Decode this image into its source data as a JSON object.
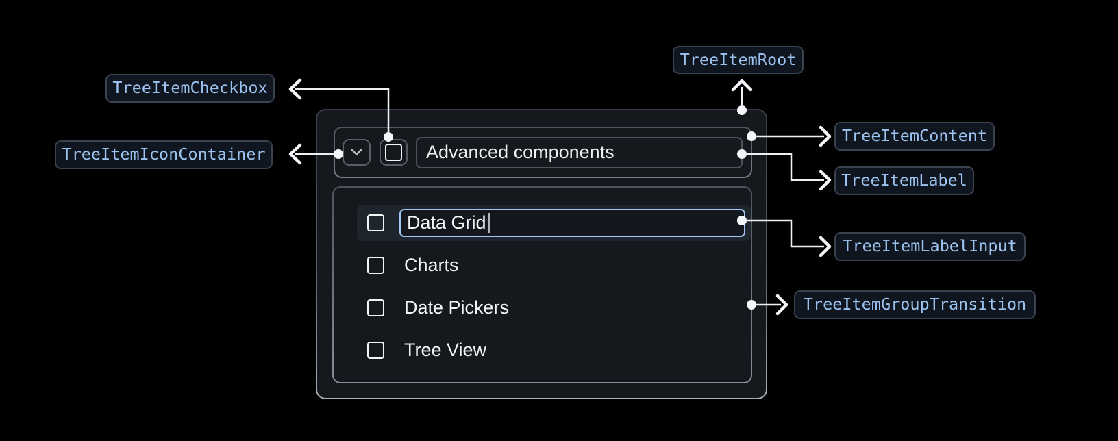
{
  "annotations": {
    "root": "TreeItemRoot",
    "checkbox": "TreeItemCheckbox",
    "icon_container": "TreeItemIconContainer",
    "content": "TreeItemContent",
    "label": "TreeItemLabel",
    "label_input": "TreeItemLabelInput",
    "group_transition": "TreeItemGroupTransition"
  },
  "tree": {
    "parent": {
      "label": "Advanced components",
      "expanded": true,
      "checked": false
    },
    "children": [
      {
        "label": "Data Grid",
        "checked": false,
        "state": "editing"
      },
      {
        "label": "Charts",
        "checked": false,
        "state": "default"
      },
      {
        "label": "Date Pickers",
        "checked": false,
        "state": "default"
      },
      {
        "label": "Tree View",
        "checked": false,
        "state": "default"
      }
    ]
  },
  "icons": {
    "expand_icon": "chevron-down-icon",
    "checkbox_icon": "checkbox-unchecked-icon",
    "text_cursor": "text-caret"
  },
  "colors": {
    "background": "#000000",
    "panel_fill": "#15181d",
    "row_highlight": "#1f252d",
    "input_fill": "#14181e",
    "input_border": "#a3c7f5",
    "annotation_text": "#9cc3ef",
    "annotation_fill": "#10161f",
    "annotation_border": "#39424f",
    "connector": "#edf0f4",
    "item_text": "#f2f4f6"
  }
}
